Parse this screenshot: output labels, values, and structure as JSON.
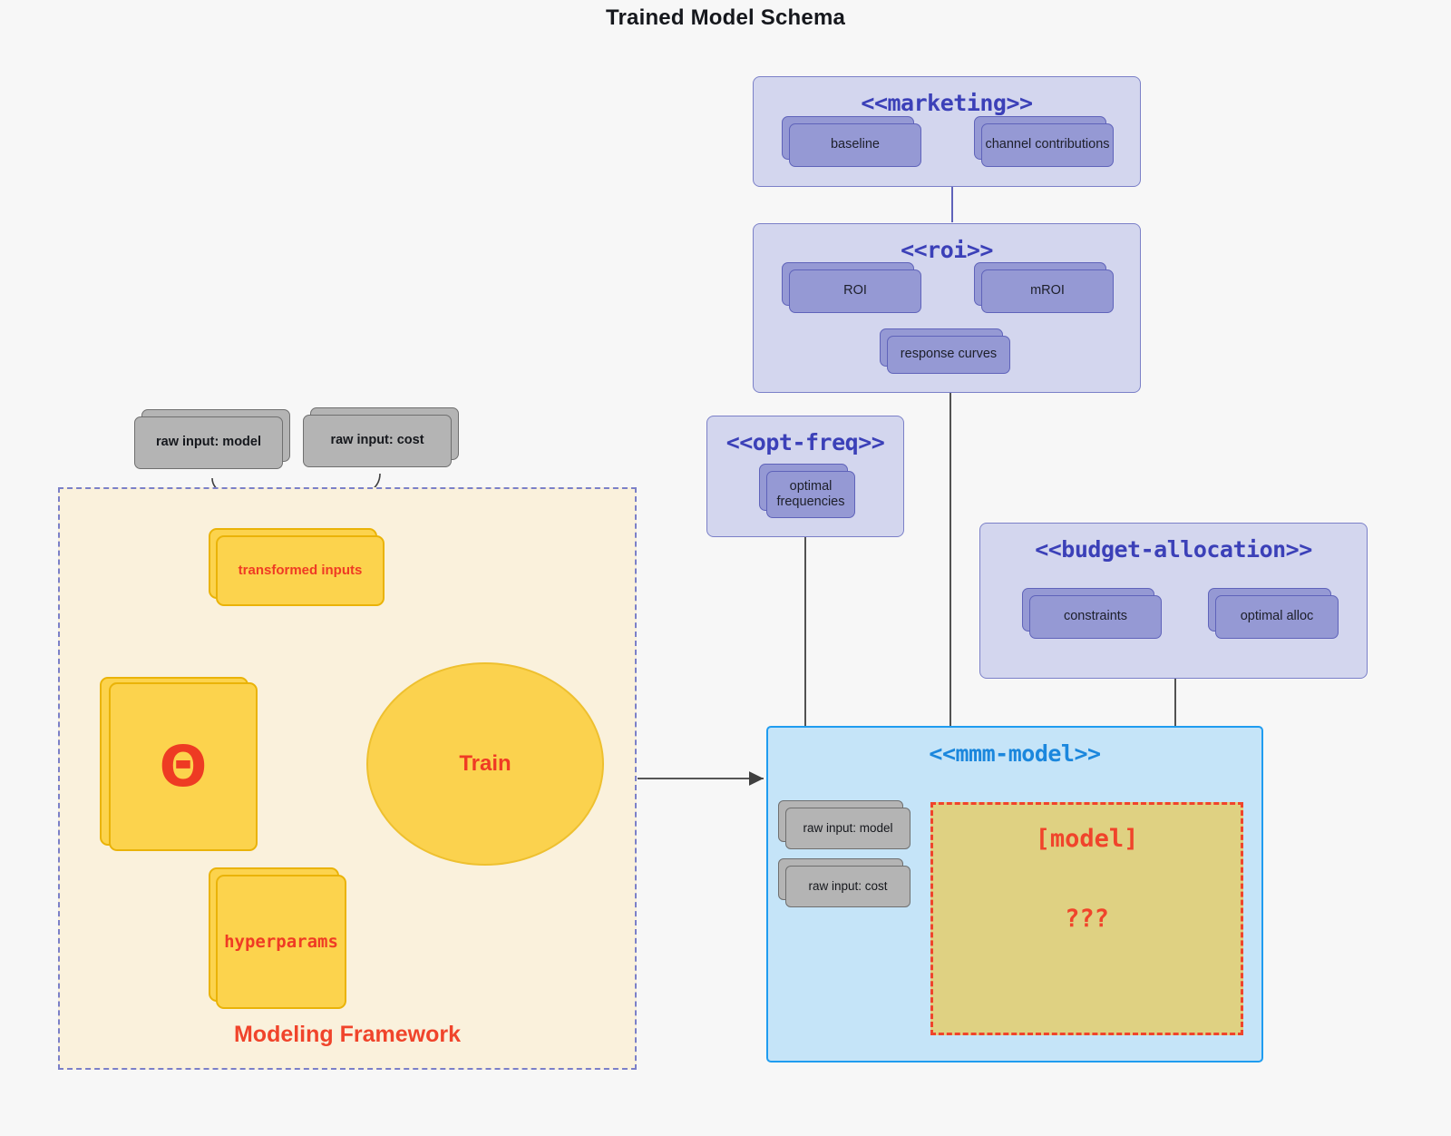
{
  "title": "Trained Model Schema",
  "packages": {
    "marketing": {
      "title": "<<marketing>>",
      "nodes": [
        {
          "label": "baseline"
        },
        {
          "label": "channel contributions"
        }
      ]
    },
    "roi": {
      "title": "<<roi>>",
      "nodes": [
        {
          "label": "ROI"
        },
        {
          "label": "mROI"
        },
        {
          "label": "response curves"
        }
      ]
    },
    "opt_freq": {
      "title": "<<opt-freq>>",
      "nodes": [
        {
          "label": "optimal\nfrequencies",
          "line1": "optimal",
          "line2": "frequencies"
        }
      ]
    },
    "budget_allocation": {
      "title": "<<budget-allocation>>",
      "nodes": [
        {
          "label": "constraints"
        },
        {
          "label": "optimal alloc"
        }
      ]
    },
    "mmm_model": {
      "title": "<<mmm-model>>",
      "inputs": [
        {
          "label": "raw input: model"
        },
        {
          "label": "raw input: cost"
        }
      ],
      "placeholder": {
        "line1": "[model]",
        "line2": "???"
      }
    }
  },
  "framework": {
    "label": "Modeling Framework",
    "raw_inputs": [
      {
        "label": "raw input: model"
      },
      {
        "label": "raw input: cost"
      }
    ],
    "transformed_inputs": {
      "label": "transformed inputs"
    },
    "theta": {
      "label": "Θ"
    },
    "hyperparams": {
      "label": "hyperparams"
    },
    "train": {
      "label": "Train"
    }
  },
  "colors": {
    "page_bg": "#f7f7f7",
    "package_fill": "#d3d6ee",
    "package_stroke": "#7b80c8",
    "node_purple": "#9599d4",
    "node_purple_stroke": "#5f63ba",
    "node_gray": "#b4b4b4",
    "node_gray_stroke": "#6f6f6f",
    "node_yellow": "#fcd34d",
    "node_yellow_stroke": "#eab308",
    "framework_fill": "#faf1dc",
    "accent_red": "#ef3b24",
    "mmm_fill": "#c5e4f8",
    "mmm_stroke": "#1f9cf0",
    "model_placeholder_fill": "#dfd182",
    "edge_gray": "#3f3f3f"
  },
  "icons": {
    "theta": "theta-icon",
    "arrow": "arrow-icon"
  }
}
